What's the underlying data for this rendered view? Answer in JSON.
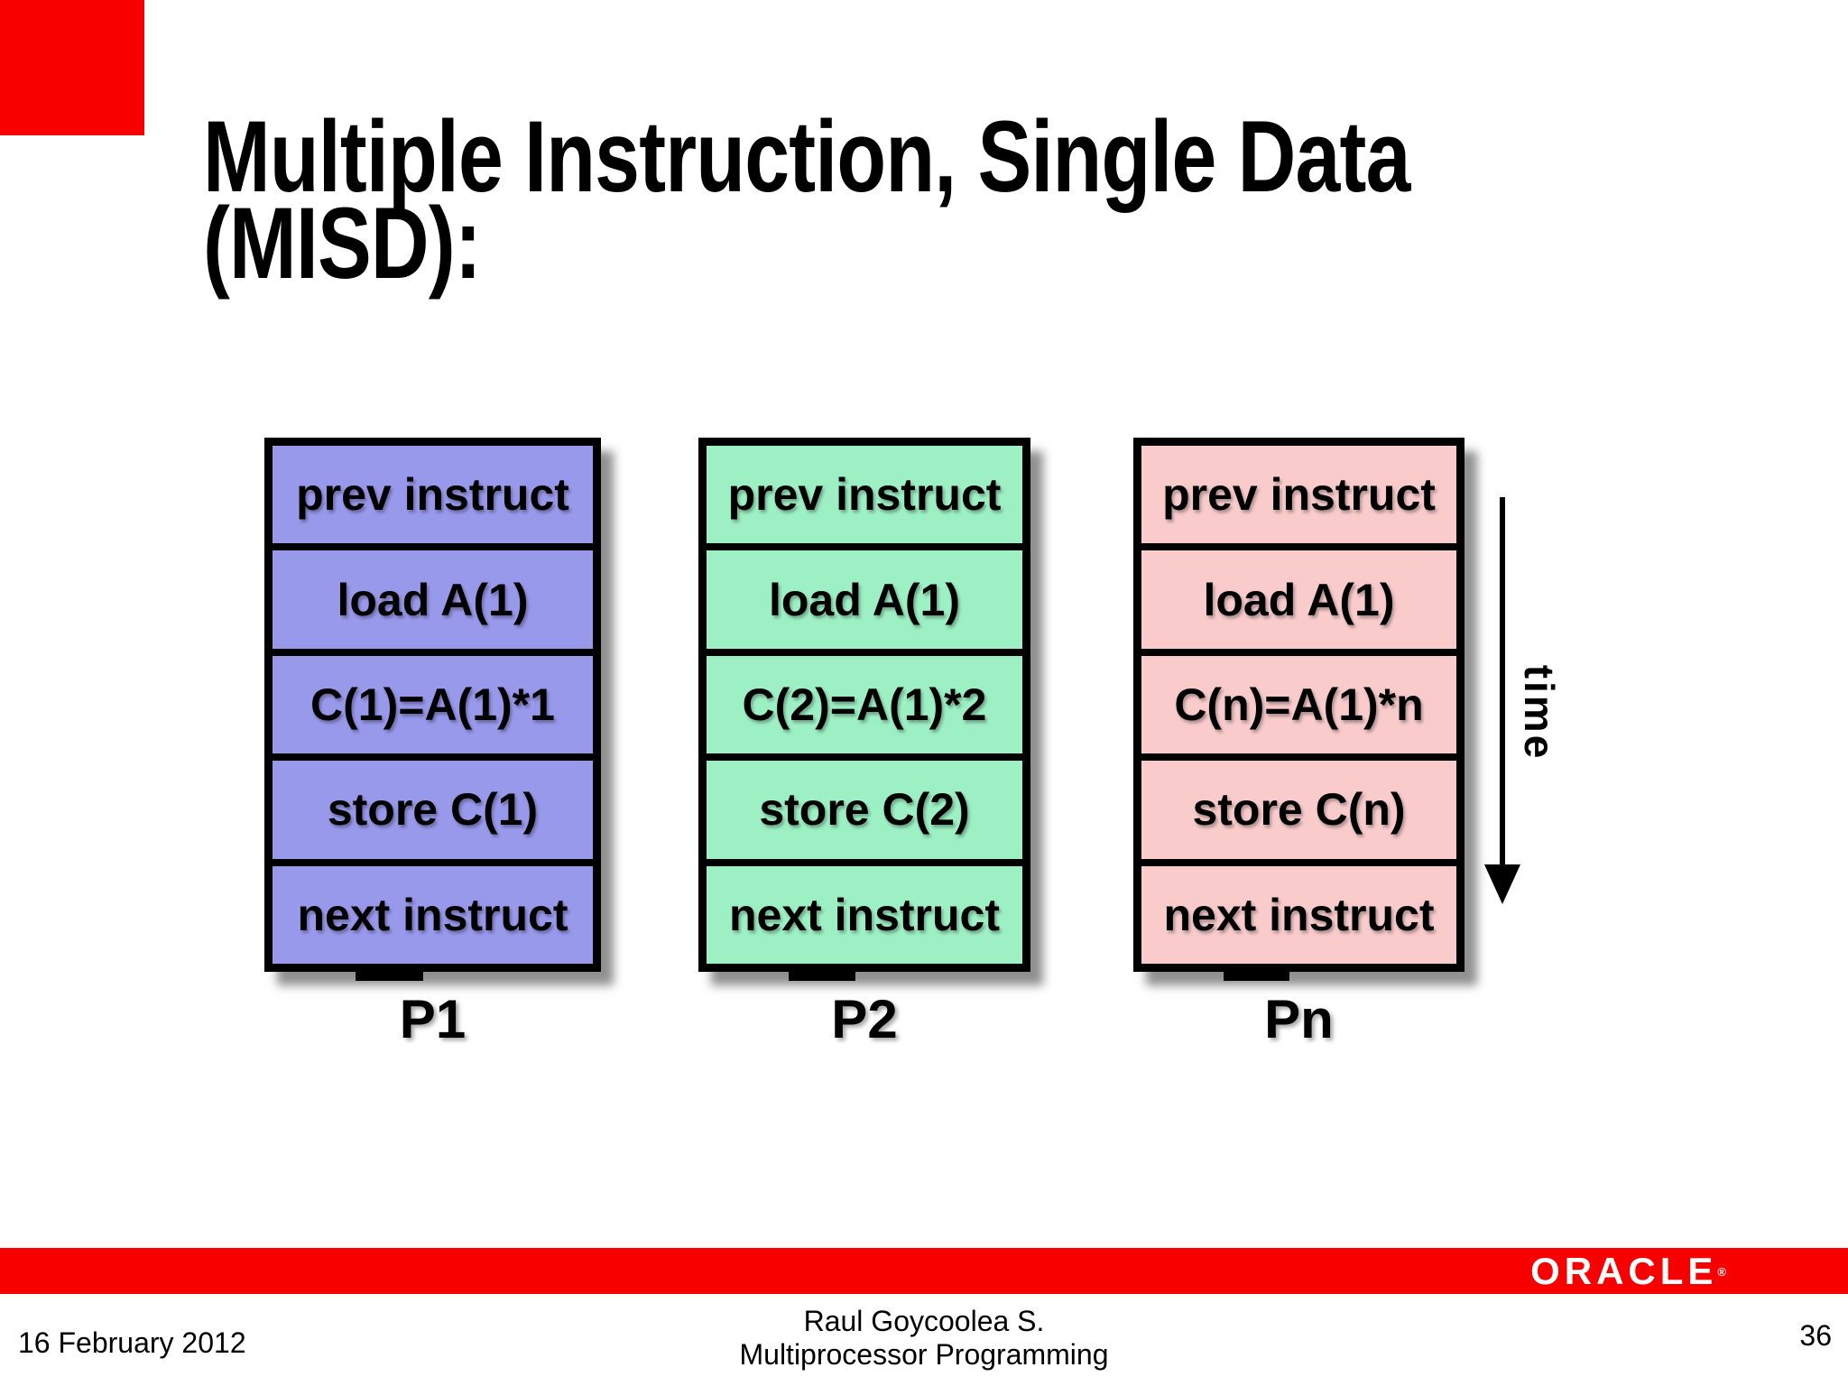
{
  "slide": {
    "title_line1": "Multiple Instruction, Single Data",
    "title_line2": "(MISD):",
    "accent_red": "#F80000"
  },
  "diagram": {
    "columns": [
      {
        "label": "P1",
        "color": "#9999EC",
        "cells": [
          "prev instruct",
          "load A(1)",
          "C(1)=A(1)*1",
          "store C(1)",
          "next instruct"
        ]
      },
      {
        "label": "P2",
        "color": "#9DF0C4",
        "cells": [
          "prev instruct",
          "load A(1)",
          "C(2)=A(1)*2",
          "store C(2)",
          "next instruct"
        ]
      },
      {
        "label": "Pn",
        "color": "#F9CBCB",
        "cells": [
          "prev instruct",
          "load A(1)",
          "C(n)=A(1)*n",
          "store C(n)",
          "next instruct"
        ]
      }
    ],
    "time_label": "time"
  },
  "footer": {
    "date": "16 February 2012",
    "credit_line1": "Raul Goycoolea S.",
    "credit_line2": "Multiprocessor Programming",
    "page_number": "36",
    "logo_text": "ORACLE",
    "logo_registered": "®"
  }
}
